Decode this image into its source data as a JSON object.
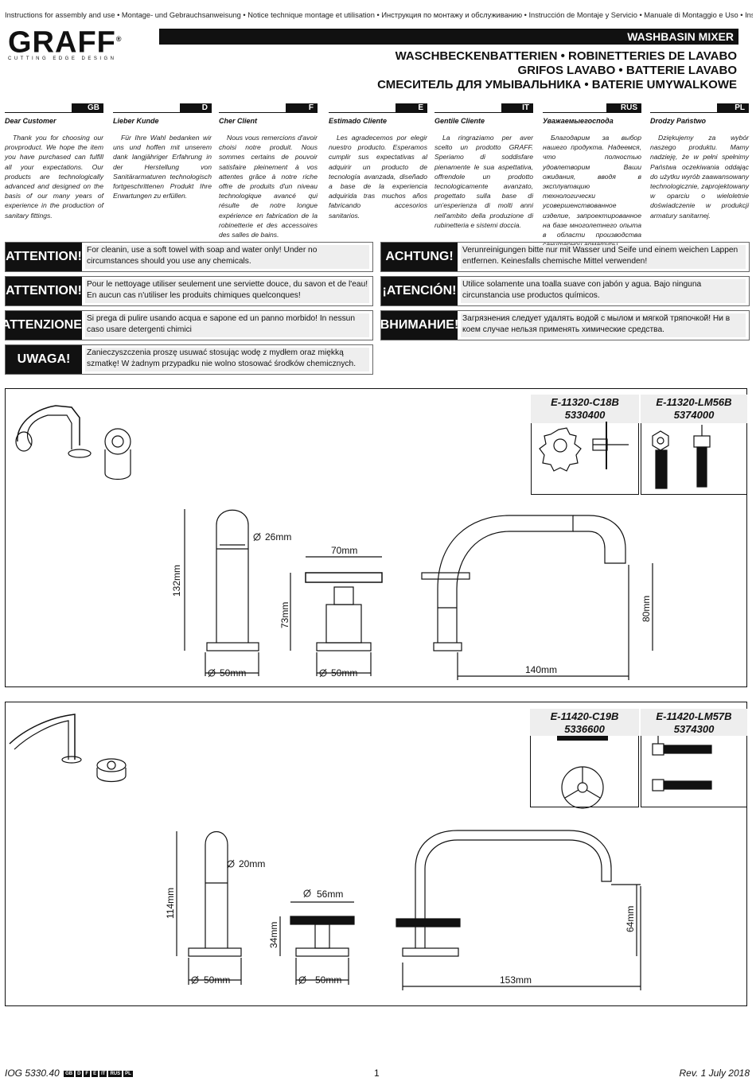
{
  "header": {
    "top_line": "Instructions for assembly and use • Montage- und Gebrauchsanweisung • Notice technique montage et utilisation • Инструкция по монтажу и обслуживанию • Instrucción de Montaje y Servicio • Manuale di Montaggio e Uso • Instrukcja Montażu i Obsługi",
    "logo": "GRAFF",
    "logo_reg": "®",
    "logo_tagline": "CUTTING EDGE DESIGN",
    "product_bar": "WASHBASIN MIXER",
    "title_lines": [
      "WASCHBECKENBATTERIEN • ROBINETTERIES DE LAVABO",
      "GRIFOS LAVABO • BATTERIE LAVABO",
      "СМЕСИТЕЛЬ ДЛЯ УМЫВАЛЬНИКА • BATERIE UMYWALKOWE"
    ]
  },
  "languages": [
    {
      "code": "GB",
      "greeting": "Dear Customer",
      "text": "Thank you for choosing our provproduct. We hope the item you have purchased can fulfill all your expectations. Our products are technologically advanced and designed on the basis of our many years of experience in the production of sanitary fittings."
    },
    {
      "code": "D",
      "greeting": "Lieber Kunde",
      "text": "Für Ihre Wahl bedanken wir uns und hoffen mit unserem dank langjähriger Erfahrung in der Herstellung von Sanitärarmaturen technologisch fortgeschrittenen Produkt Ihre Erwartungen zu erfüllen."
    },
    {
      "code": "F",
      "greeting": "Cher Client",
      "text": "Nous vous remercions d'avoir choisi notre produit. Nous sommes certains de pouvoir satisfaire pleinement à vos attentes grâce à notre riche offre de produits d'un niveau technologique avancé qui résulte de notre longue expérience en fabrication de la robinetterie et des accessoires des salles de bains."
    },
    {
      "code": "E",
      "greeting": "Estimado Cliente",
      "text": "Les agradecemos por elegir nuestro producto. Esperamos cumplir sus expectativas al adquirir un producto de tecnología avanzada, diseñado a base de la experiencia adquirida tras muchos años fabricando accesorios sanitarios."
    },
    {
      "code": "IT",
      "greeting": "Gentile Cliente",
      "text": "La ringraziamo per aver scelto un prodotto GRAFF. Speriamo di soddisfare pienamente le sua aspettativa, offrendole un prodotto tecnologicamente avanzato, progettato sulla base di un'esperienza di molti anni nell'ambito della produzione di rubinetteria e sistemi doccia."
    },
    {
      "code": "RUS",
      "greeting": "Уважаемыегоспода",
      "text": "Благодарим за выбор нашего продукта. Надеемся, что полностью удовлетворим Ваши ожидания, вводя в эксплуатацию технологически усовершенствованное изделие, запроектированное на базе многолетнего опыта в области производства санитарной арматуры."
    },
    {
      "code": "PL",
      "greeting": "Drodzy Państwo",
      "text": "Dziękujemy za wybór naszego produktu. Mamy nadzieję, że w pełni spełnimy Państwa oczekiwania oddając do użytku wyrób zaawansowany technologicznie, zaprojektowany w oparciu o wieloletnie doświadczenie w produkcji armatury sanitarnej."
    }
  ],
  "attention": [
    {
      "label": "ATTENTION!",
      "text": "For cleanin, use a soft towel with soap and water only! Under no circumstances should you use any chemicals."
    },
    {
      "label": "ACHTUNG!",
      "text": "Verunreinigungen bitte nur mit Wasser und Seife und einem weichen Lappen entfernen. Keinesfalls chemische Mittel verwenden!"
    },
    {
      "label": "ATTENTION!",
      "text": "Pour le nettoyage utiliser seulement une serviette douce, du savon et de l'eau! En aucun cas n'utiliser les produits chimiques quelconques!"
    },
    {
      "label": "¡ATENCIÓN!",
      "text": "Utilice solamente una toalla suave con jabón y agua. Bajo ninguna circunstancia use productos químicos."
    },
    {
      "label": "ATTENZIONE!",
      "text": "Si prega di pulire usando acqua e sapone ed un panno morbido! In nessun caso usare detergenti chimici"
    },
    {
      "label": "ВНИМАНИЕ!",
      "text": "Загрязнения следует удалять водой с мылом и мягкой тряпочкой! Ни в коем случае нельзя применять химические средства."
    },
    {
      "label": "UWAGA!",
      "text": "Zanieczyszczenia proszę usuwać stosując wodę z mydłem oraz miękką szmatkę! W żadnym przypadku nie wolno stosować środków chemicznych."
    }
  ],
  "panel1": {
    "codes": [
      {
        "model": "E-11320-C18B",
        "number": "5330400"
      },
      {
        "model": "E-11320-LM56B",
        "number": "5374000"
      }
    ],
    "dims": {
      "d_spout": "26mm",
      "height": "132mm",
      "base1": "50mm",
      "handle_width": "70mm",
      "handle_height": "73mm",
      "base2": "50mm",
      "side_height": "80mm",
      "reach": "140mm"
    }
  },
  "panel2": {
    "codes": [
      {
        "model": "E-11420-C19B",
        "number": "5336600"
      },
      {
        "model": "E-11420-LM57B",
        "number": "5374300"
      }
    ],
    "dims": {
      "d_spout": "20mm",
      "height": "114mm",
      "base1": "50mm",
      "handle_width": "56mm",
      "handle_height": "34mm",
      "base2": "50mm",
      "side_height": "64mm",
      "reach": "153mm"
    }
  },
  "footer": {
    "doc_id": "IOG 5330.40",
    "flags": [
      "GB",
      "D",
      "F",
      "E",
      "IT",
      "RUS",
      "PL"
    ],
    "page": "1",
    "revision": "Rev. 1 July 2018"
  },
  "colors": {
    "ink": "#111111",
    "panel_grey": "#eeeeee"
  }
}
